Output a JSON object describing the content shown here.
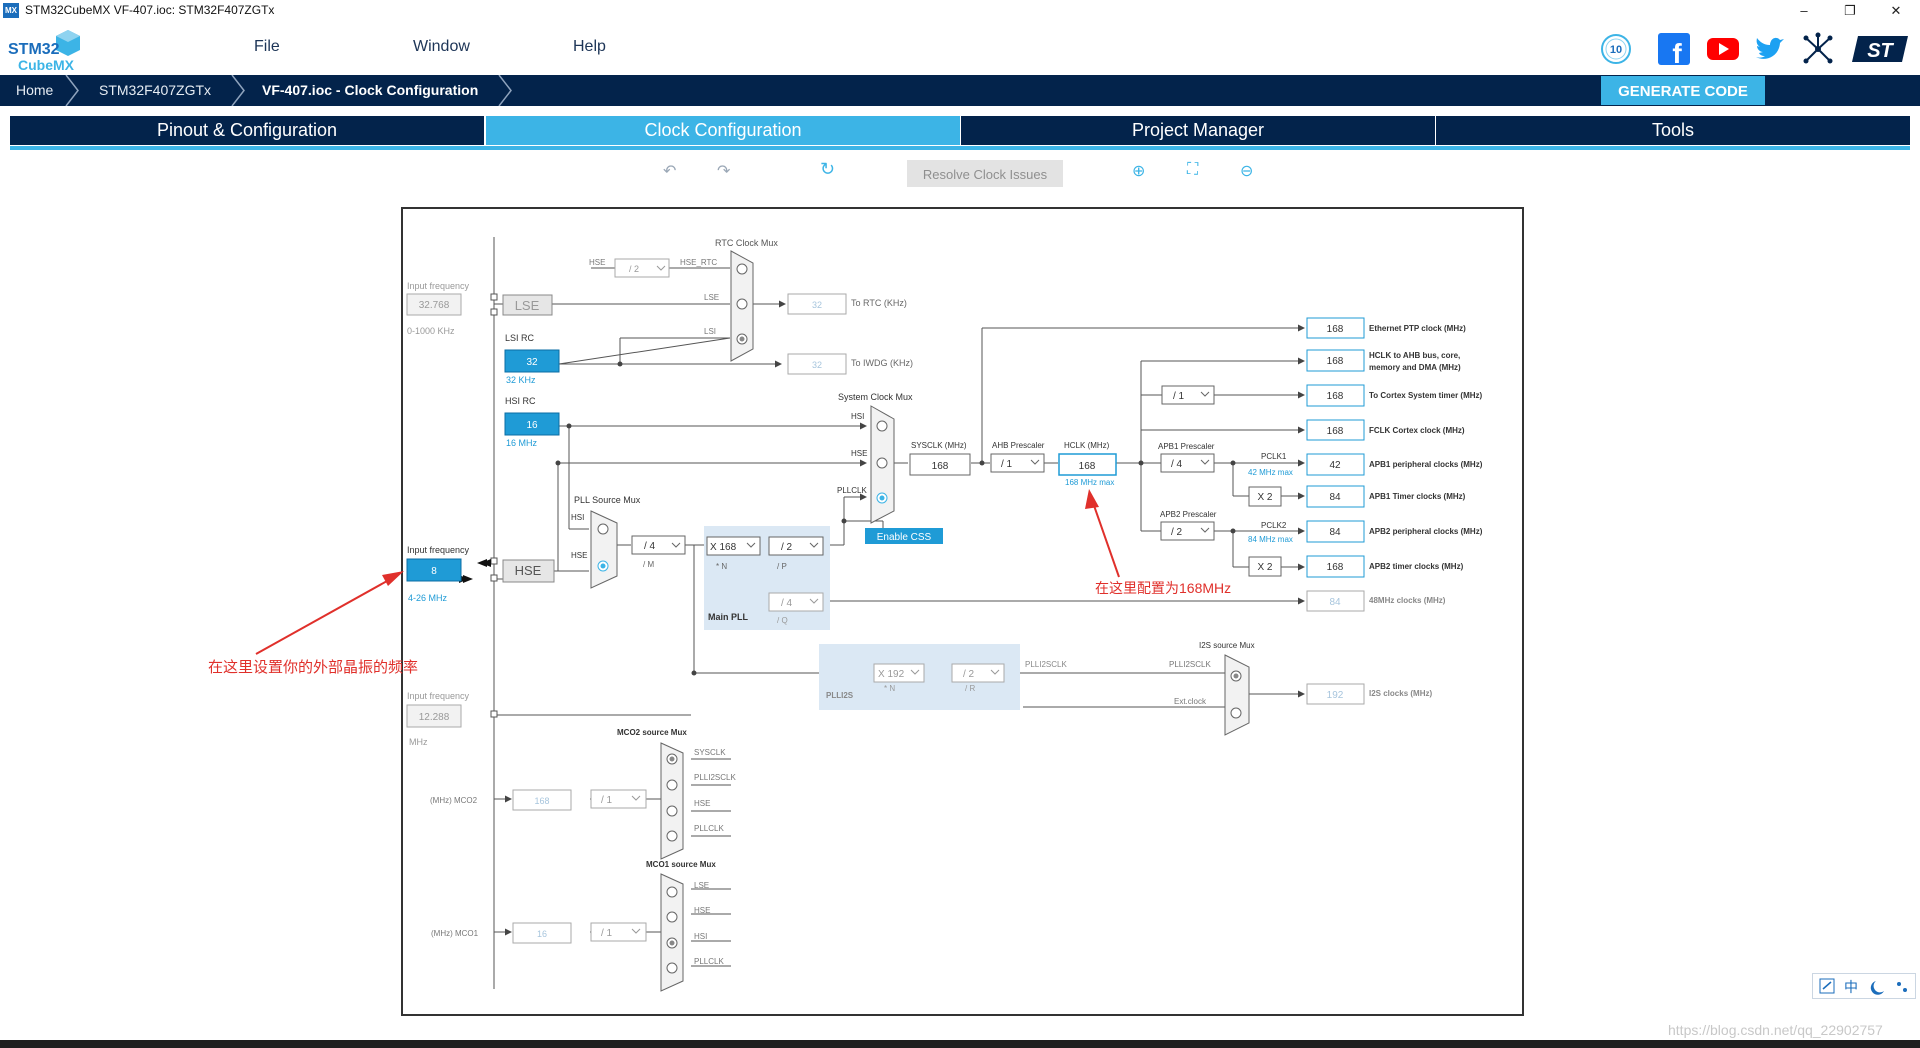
{
  "window": {
    "app_badge": "MX",
    "title": "STM32CubeMX VF-407.ioc: STM32F407ZGTx",
    "minimize": "–",
    "restore": "❐",
    "close": "✕"
  },
  "logo": {
    "line1": "STM32",
    "line2": "CubeMX"
  },
  "menu": {
    "file": "File",
    "window": "Window",
    "help": "Help"
  },
  "social_icons": [
    "anniversary-10-icon",
    "facebook-icon",
    "youtube-icon",
    "twitter-icon",
    "network-icon",
    "st-logo-icon"
  ],
  "social_text": {
    "anniv": "10",
    "facebook": "f",
    "st": "ST"
  },
  "breadcrumb": {
    "home": "Home",
    "chip": "STM32F407ZGTx",
    "current": "VF-407.ioc - Clock Configuration"
  },
  "generate_code": "GENERATE CODE",
  "tabs": [
    {
      "label": "Pinout & Configuration"
    },
    {
      "label": "Clock Configuration"
    },
    {
      "label": "Project Manager"
    },
    {
      "label": "Tools"
    }
  ],
  "toolbar": {
    "undo": "↶",
    "redo": "↷",
    "refresh": "↻",
    "resolve": "Resolve Clock Issues",
    "zoom_in": "⊕",
    "fit": "⛶",
    "zoom_out": "⊖"
  },
  "clock": {
    "lse_input_label": "Input frequency",
    "lse_input_value": "32.768",
    "lse_range": "0-1000 KHz",
    "lse": "LSE",
    "lsirc_label": "LSI RC",
    "lsirc_value": "32",
    "lsirc_unit": "32 KHz",
    "hsirc_label": "HSI RC",
    "hsirc_value": "16",
    "hsirc_unit": "16 MHz",
    "hse_input_label": "Input frequency",
    "hse_input_value": "8",
    "hse_range": "4-26 MHz",
    "hse": "HSE",
    "ext_input_label": "Input frequency",
    "ext_input_value": "12.288",
    "ext_unit": "MHz",
    "rtc_mux_title": "RTC Clock Mux",
    "rtc_hse": "HSE",
    "rtc_div": "/ 2",
    "rtc_hse_rtc": "HSE_RTC",
    "rtc_lse": "LSE",
    "rtc_lsi": "LSI",
    "rtc_value": "32",
    "rtc_label": "To RTC (KHz)",
    "iwdg_value": "32",
    "iwdg_label": "To IWDG (KHz)",
    "pll_src_title": "PLL Source Mux",
    "pll_hsi": "HSI",
    "pll_hse": "HSE",
    "pll_m": "/ 4",
    "pll_m_label": "/ M",
    "pll_n": "X 168",
    "pll_n_label": "* N",
    "pll_p": "/ 2",
    "pll_p_label": "/ P",
    "pll_q": "/ 4",
    "pll_q_label": "/ Q",
    "main_pll": "Main PLL",
    "sys_mux_title": "System Clock Mux",
    "sys_hsi": "HSI",
    "sys_hse": "HSE",
    "sys_pllclk": "PLLCLK",
    "enable_css": "Enable CSS",
    "sysclk_label": "SYSCLK (MHz)",
    "sysclk_value": "168",
    "ahb_label": "AHB Prescaler",
    "ahb_value": "/ 1",
    "hclk_label": "HCLK (MHz)",
    "hclk_value": "168",
    "hclk_max": "168 MHz max",
    "apb1_label": "APB1 Prescaler",
    "apb1_value": "/ 4",
    "pclk1": "PCLK1",
    "pclk1_max": "42 MHz max",
    "apb2_label": "APB2 Prescaler",
    "apb2_value": "/ 2",
    "pclk2": "PCLK2",
    "pclk2_max": "84 MHz max",
    "cortex_div": "/ 1",
    "x2a": "X 2",
    "x2b": "X 2",
    "out_eth_value": "168",
    "out_eth_label": "Ethernet PTP clock (MHz)",
    "out_hclk_value": "168",
    "out_hclk_label": "HCLK to AHB bus, core,",
    "out_hclk_label2": "memory and DMA (MHz)",
    "out_cortex_value": "168",
    "out_cortex_label": "To Cortex System timer (MHz)",
    "out_fclk_value": "168",
    "out_fclk_label": "FCLK Cortex clock (MHz)",
    "out_apb1p_value": "42",
    "out_apb1p_label": "APB1 peripheral clocks (MHz)",
    "out_apb1t_value": "84",
    "out_apb1t_label": "APB1 Timer clocks (MHz)",
    "out_apb2p_value": "84",
    "out_apb2p_label": "APB2 peripheral clocks (MHz)",
    "out_apb2t_value": "168",
    "out_apb2t_label": "APB2 timer clocks (MHz)",
    "out_48_value": "84",
    "out_48_label": "48MHz clocks (MHz)",
    "i2s_n": "X 192",
    "i2s_n_label": "* N",
    "i2s_r": "/ 2",
    "i2s_r_label": "/ R",
    "plli2s": "PLLI2S",
    "plli2sclk": "PLLI2SCLK",
    "i2s_mux_title": "I2S source Mux",
    "i2s_plli2sclk": "PLLI2SCLK",
    "i2s_ext": "Ext.clock",
    "out_i2s_value": "192",
    "out_i2s_label": "I2S clocks (MHz)",
    "mco2_title": "MCO2 source Mux",
    "mco2_sysclk": "SYSCLK",
    "mco2_plli2sclk": "PLLI2SCLK",
    "mco2_hse": "HSE",
    "mco2_pllclk": "PLLCLK",
    "mco2_label": "(MHz) MCO2",
    "mco2_value": "168",
    "mco2_div": "/ 1",
    "mco1_title": "MCO1 source Mux",
    "mco1_lse": "LSE",
    "mco1_hse": "HSE",
    "mco1_hsi": "HSI",
    "mco1_pllclk": "PLLCLK",
    "mco1_label": "(MHz) MCO1",
    "mco1_value": "16",
    "mco1_div": "/ 1"
  },
  "annotations": {
    "hclk_note": "在这里配置为168MHz",
    "hse_note": "在这里设置你的外部晶振的频率"
  },
  "tray": {
    "cn": "中"
  },
  "watermark": "https://blog.csdn.net/qq_22902757",
  "colors": {
    "navy": "#03234b",
    "accent": "#3cb4e6",
    "annotation_red": "#e0302b"
  }
}
